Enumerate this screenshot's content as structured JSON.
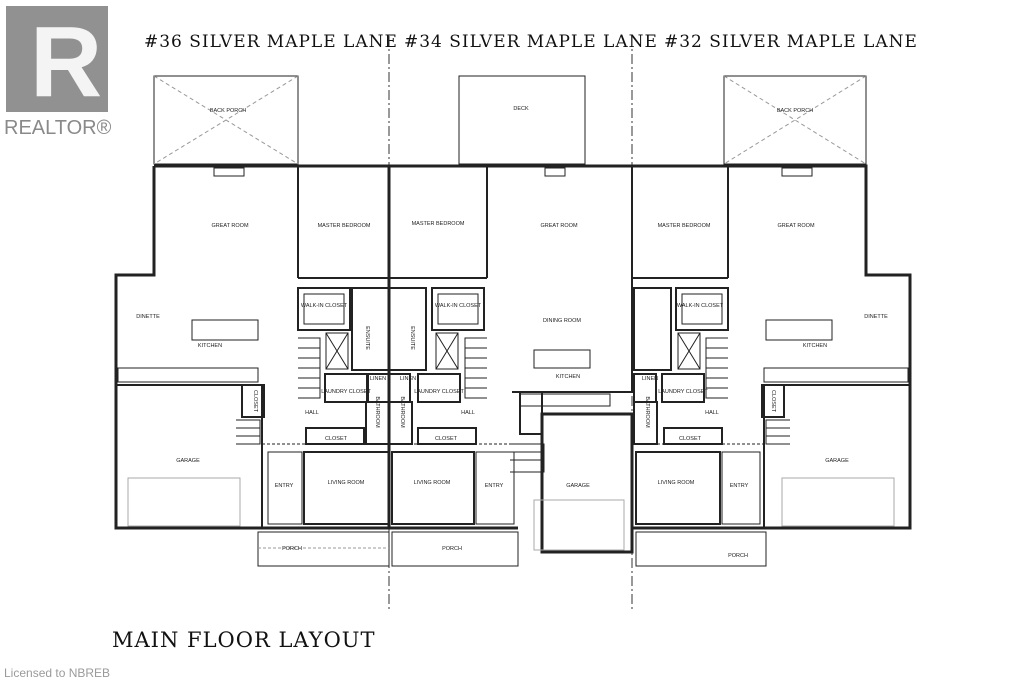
{
  "watermark": {
    "brand": "REALTOR®"
  },
  "units": [
    {
      "title": "#36 SILVER MAPLE LANE",
      "rooms": {
        "porch_rear": "BACK PORCH",
        "great": "GREAT ROOM",
        "master": "MASTER BEDROOM",
        "dinette": "DINETTE",
        "kitchen": "KITCHEN",
        "walkin": "WALK-IN CLOSET",
        "ensuite": "ENSUITE",
        "laundry": "LAUNDRY CLOSET",
        "linen": "LINEN",
        "closet_a": "CLOSET",
        "hall": "HALL",
        "bath": "BATHROOM",
        "closet_b": "CLOSET",
        "garage": "GARAGE",
        "entry": "ENTRY",
        "living": "LIVING ROOM",
        "porch_front": "PORCH"
      }
    },
    {
      "title": "#34 SILVER MAPLE LANE",
      "rooms": {
        "deck": "DECK",
        "master": "MASTER BEDROOM",
        "great": "GREAT ROOM",
        "walkin": "WALK-IN CLOSET",
        "dining": "DINING ROOM",
        "ensuite": "ENSUITE",
        "kitchen": "KITCHEN",
        "linen": "LINEN",
        "laundry": "LAUNDRY CLOSET",
        "hall": "HALL",
        "bath": "BATHROOM",
        "closet": "CLOSET",
        "living": "LIVING ROOM",
        "entry": "ENTRY",
        "garage": "GARAGE",
        "porch_front": "PORCH"
      }
    },
    {
      "title": "#32 SILVER MAPLE LANE",
      "rooms": {
        "porch_rear": "BACK PORCH",
        "master": "MASTER BEDROOM",
        "great": "GREAT ROOM",
        "walkin": "WALK-IN CLOSET",
        "dinette": "DINETTE",
        "kitchen": "KITCHEN",
        "linen": "LINEN",
        "laundry": "LAUNDRY CLOSET",
        "closet_a": "CLOSET",
        "hall": "HALL",
        "bath": "BATHROOM",
        "closet_b": "CLOSET",
        "living": "LIVING ROOM",
        "entry": "ENTRY",
        "garage": "GARAGE",
        "porch_front": "PORCH"
      }
    }
  ],
  "main_title": "MAIN FLOOR LAYOUT",
  "license": "Licensed to NBREB"
}
